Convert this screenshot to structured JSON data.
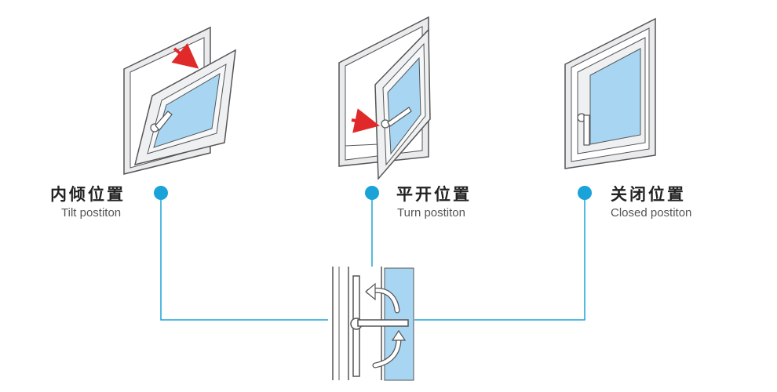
{
  "positions": [
    {
      "title_zh": "内倾位置",
      "title_en": "Tilt postiton"
    },
    {
      "title_zh": "平开位置",
      "title_en": "Turn postiton"
    },
    {
      "title_zh": "关闭位置",
      "title_en": "Closed postiton"
    }
  ],
  "colors": {
    "accent": "#1aa3d9",
    "glass": "#a8d6f2",
    "frame_stroke": "#555555",
    "frame_fill": "#e9ebed",
    "arrow": "#e02a2a"
  }
}
